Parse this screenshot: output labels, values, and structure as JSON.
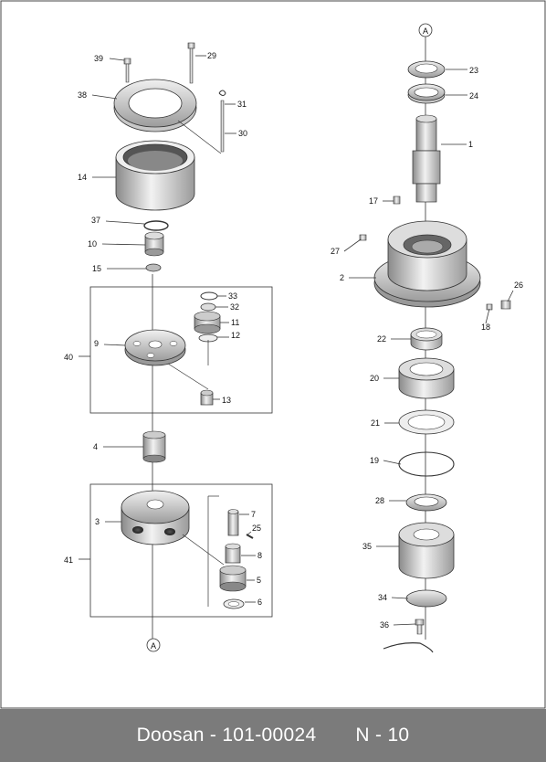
{
  "diagram": {
    "callouts": [
      "39",
      "29",
      "38",
      "31",
      "30",
      "14",
      "37",
      "10",
      "15",
      "33",
      "32",
      "11",
      "9",
      "12",
      "40",
      "13",
      "4",
      "3",
      "7",
      "25",
      "41",
      "8",
      "5",
      "6",
      "A",
      "23",
      "24",
      "1",
      "17",
      "27",
      "2",
      "26",
      "18",
      "22",
      "20",
      "21",
      "19",
      "28",
      "35",
      "34",
      "36"
    ],
    "group_labels": [
      "40",
      "41"
    ],
    "connector_labels": [
      "A",
      "A"
    ]
  },
  "footer": {
    "brand": "Doosan",
    "separator": " - ",
    "part_number": "101-00024",
    "page": "N - 10"
  }
}
